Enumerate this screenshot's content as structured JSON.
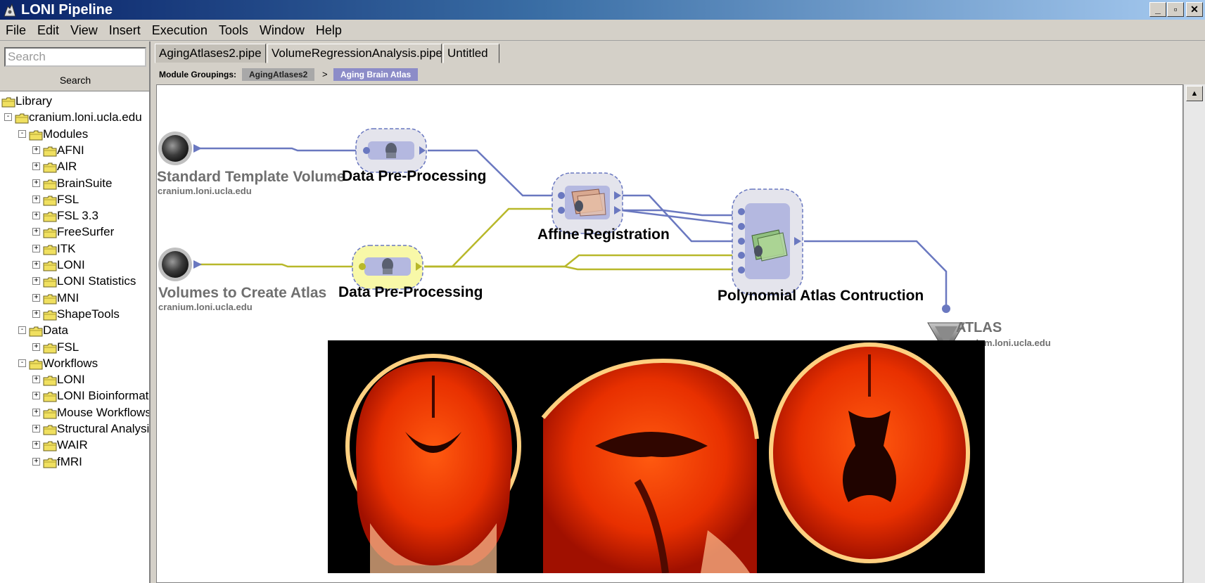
{
  "window": {
    "title": "LONI Pipeline",
    "min": "_",
    "max": "▫",
    "close": "✕"
  },
  "menu": [
    "File",
    "Edit",
    "View",
    "Insert",
    "Execution",
    "Tools",
    "Window",
    "Help"
  ],
  "search": {
    "placeholder": "Search",
    "button": "Search"
  },
  "tree": {
    "root": "Library",
    "server": "cranium.loni.ucla.edu",
    "modules": "Modules",
    "module_items": [
      "AFNI",
      "AIR",
      "BrainSuite",
      "FSL",
      "FSL 3.3",
      "FreeSurfer",
      "ITK",
      "LONI",
      "LONI Statistics",
      "MNI",
      "ShapeTools"
    ],
    "data": "Data",
    "data_items": [
      "FSL"
    ],
    "workflows": "Workflows",
    "workflow_items": [
      "LONI",
      "LONI Bioinformatics",
      "Mouse Workflows",
      "Structural Analysis",
      "WAIR",
      "fMRI"
    ]
  },
  "tabs": [
    "AgingAtlases2.pipe",
    "VolumeRegressionAnalysis.pipe",
    "Untitled"
  ],
  "breadcrumb": {
    "label": "Module Groupings:",
    "items": [
      "AgingAtlases2",
      "Aging Brain Atlas"
    ],
    "separator": ">"
  },
  "workflow": {
    "source1": {
      "name": "Standard Template Volume",
      "server": "cranium.loni.ucla.edu"
    },
    "source2": {
      "name": "Volumes to Create Atlas",
      "server": "cranium.loni.ucla.edu"
    },
    "preproc1": "Data Pre-Processing",
    "preproc2": "Data Pre-Processing",
    "affine": "Affine Registration",
    "polynomial": "Polynomial Atlas Contruction",
    "sink": {
      "name": "ATLAS",
      "server": "cranium.loni.ucla.edu"
    }
  },
  "colors": {
    "titlebar_start": "#0a246a",
    "connector_blue": "#6a78c0",
    "connector_yellow": "#b8b82a",
    "module_box": "#e4e4ec",
    "module_selected": "#f8f8a8",
    "chip_gray": "#a8a8a8",
    "chip_purple": "#8c8cc8"
  },
  "icons": {
    "app": "pipeline-app-icon",
    "folder": "folder-icon",
    "expander": "tree-expander-icon",
    "source": "data-source-icon",
    "sink": "data-sink-icon",
    "module": "module-icon"
  }
}
